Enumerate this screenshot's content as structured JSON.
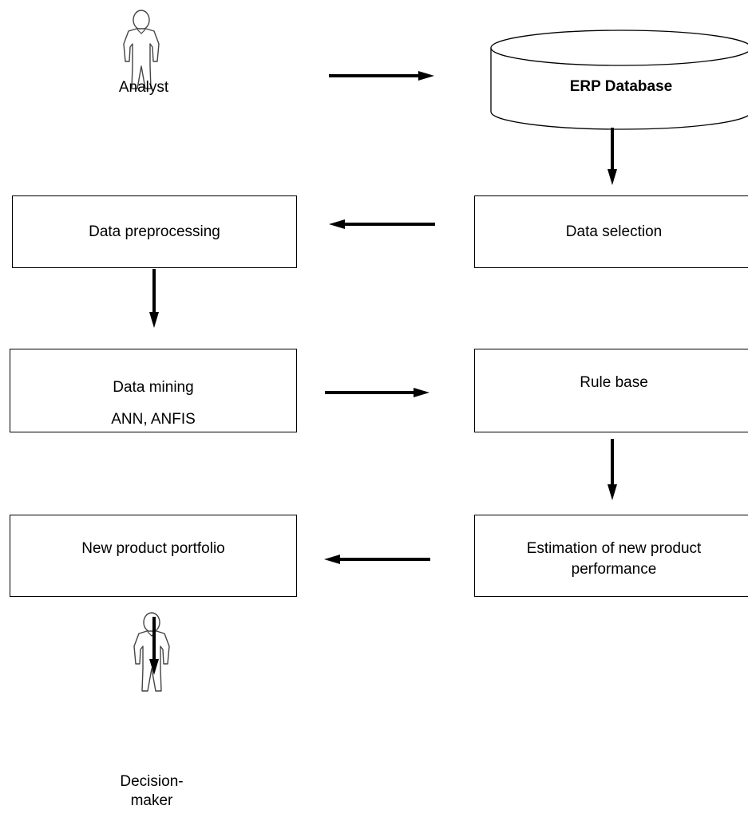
{
  "actors": {
    "analyst": {
      "label": "Analyst",
      "icon": "person-icon"
    },
    "decision_maker": {
      "label_line1": "Decision-",
      "label_line2": "maker",
      "icon": "person-icon"
    }
  },
  "nodes": {
    "erp_database": {
      "label": "ERP Database",
      "shape": "cylinder"
    },
    "data_selection": {
      "label": "Data selection"
    },
    "data_preprocessing": {
      "label": "Data preprocessing"
    },
    "data_mining": {
      "label_line1": "Data mining",
      "label_line2": "ANN, ANFIS"
    },
    "rule_base": {
      "label": "Rule base"
    },
    "estimation": {
      "label_line1": "Estimation of new product",
      "label_line2": "performance"
    },
    "new_product_portfolio": {
      "label": "New product portfolio"
    }
  },
  "edges": [
    {
      "from": "analyst",
      "to": "erp_database"
    },
    {
      "from": "erp_database",
      "to": "data_selection"
    },
    {
      "from": "data_selection",
      "to": "data_preprocessing"
    },
    {
      "from": "data_preprocessing",
      "to": "data_mining"
    },
    {
      "from": "data_mining",
      "to": "rule_base"
    },
    {
      "from": "rule_base",
      "to": "estimation"
    },
    {
      "from": "estimation",
      "to": "new_product_portfolio"
    },
    {
      "from": "new_product_portfolio",
      "to": "decision_maker"
    }
  ],
  "colors": {
    "stroke": "#000000",
    "fill": "#ffffff",
    "actor_stroke": "#444444"
  }
}
